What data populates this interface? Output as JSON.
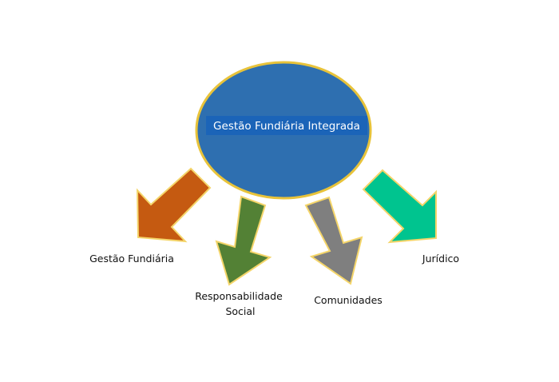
{
  "center": {
    "label": "Gestão Fundiária Integrada",
    "fill_color": "#2e6fb0",
    "border_color": "#e8c33a",
    "label_bg_color": "#1b64b8"
  },
  "arrow_border_color": "#f4d56a",
  "branches": [
    {
      "id": "gestao-fundiaria",
      "label_lines": [
        "Gestão Fundiária"
      ],
      "color": "#c55a11"
    },
    {
      "id": "responsabilidade-social",
      "label_lines": [
        "Responsabilidade",
        "Social"
      ],
      "color": "#538135"
    },
    {
      "id": "comunidades",
      "label_lines": [
        "Comunidades"
      ],
      "color": "#7f7f7f"
    },
    {
      "id": "juridico",
      "label_lines": [
        "Jurídico"
      ],
      "color": "#00c48f"
    }
  ]
}
